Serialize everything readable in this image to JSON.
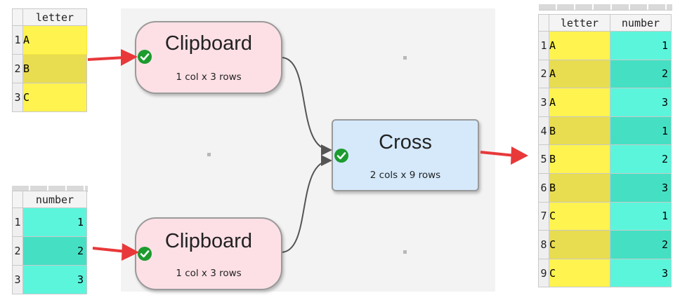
{
  "nodes": {
    "clipboard_top": {
      "title": "Clipboard",
      "subtitle": "1 col x 3 rows"
    },
    "clipboard_bottom": {
      "title": "Clipboard",
      "subtitle": "1 col x 3 rows"
    },
    "cross": {
      "title": "Cross",
      "subtitle": "2 cols x 9 rows"
    }
  },
  "input_letter": {
    "header": "letter",
    "rows": [
      [
        "1",
        "A"
      ],
      [
        "2",
        "B"
      ],
      [
        "3",
        "C"
      ]
    ]
  },
  "input_number": {
    "header": "number",
    "rows": [
      [
        "1",
        "1"
      ],
      [
        "2",
        "2"
      ],
      [
        "3",
        "3"
      ]
    ]
  },
  "output": {
    "headers": [
      "letter",
      "number"
    ],
    "rows": [
      [
        "1",
        "A",
        "1"
      ],
      [
        "2",
        "A",
        "2"
      ],
      [
        "3",
        "A",
        "3"
      ],
      [
        "4",
        "B",
        "1"
      ],
      [
        "5",
        "B",
        "2"
      ],
      [
        "6",
        "B",
        "3"
      ],
      [
        "7",
        "C",
        "1"
      ],
      [
        "8",
        "C",
        "2"
      ],
      [
        "9",
        "C",
        "3"
      ]
    ]
  },
  "colors": {
    "letter_cell": "#fff350",
    "letter_cell_alt": "#e8dc50",
    "number_cell": "#5bf5dc",
    "number_cell_alt": "#45e0c3",
    "clipboard_fill": "#fde0e6",
    "cross_fill": "#d5e9fb",
    "arrow": "#e8383a",
    "check": "#1c9b2f",
    "connector": "#555555"
  }
}
